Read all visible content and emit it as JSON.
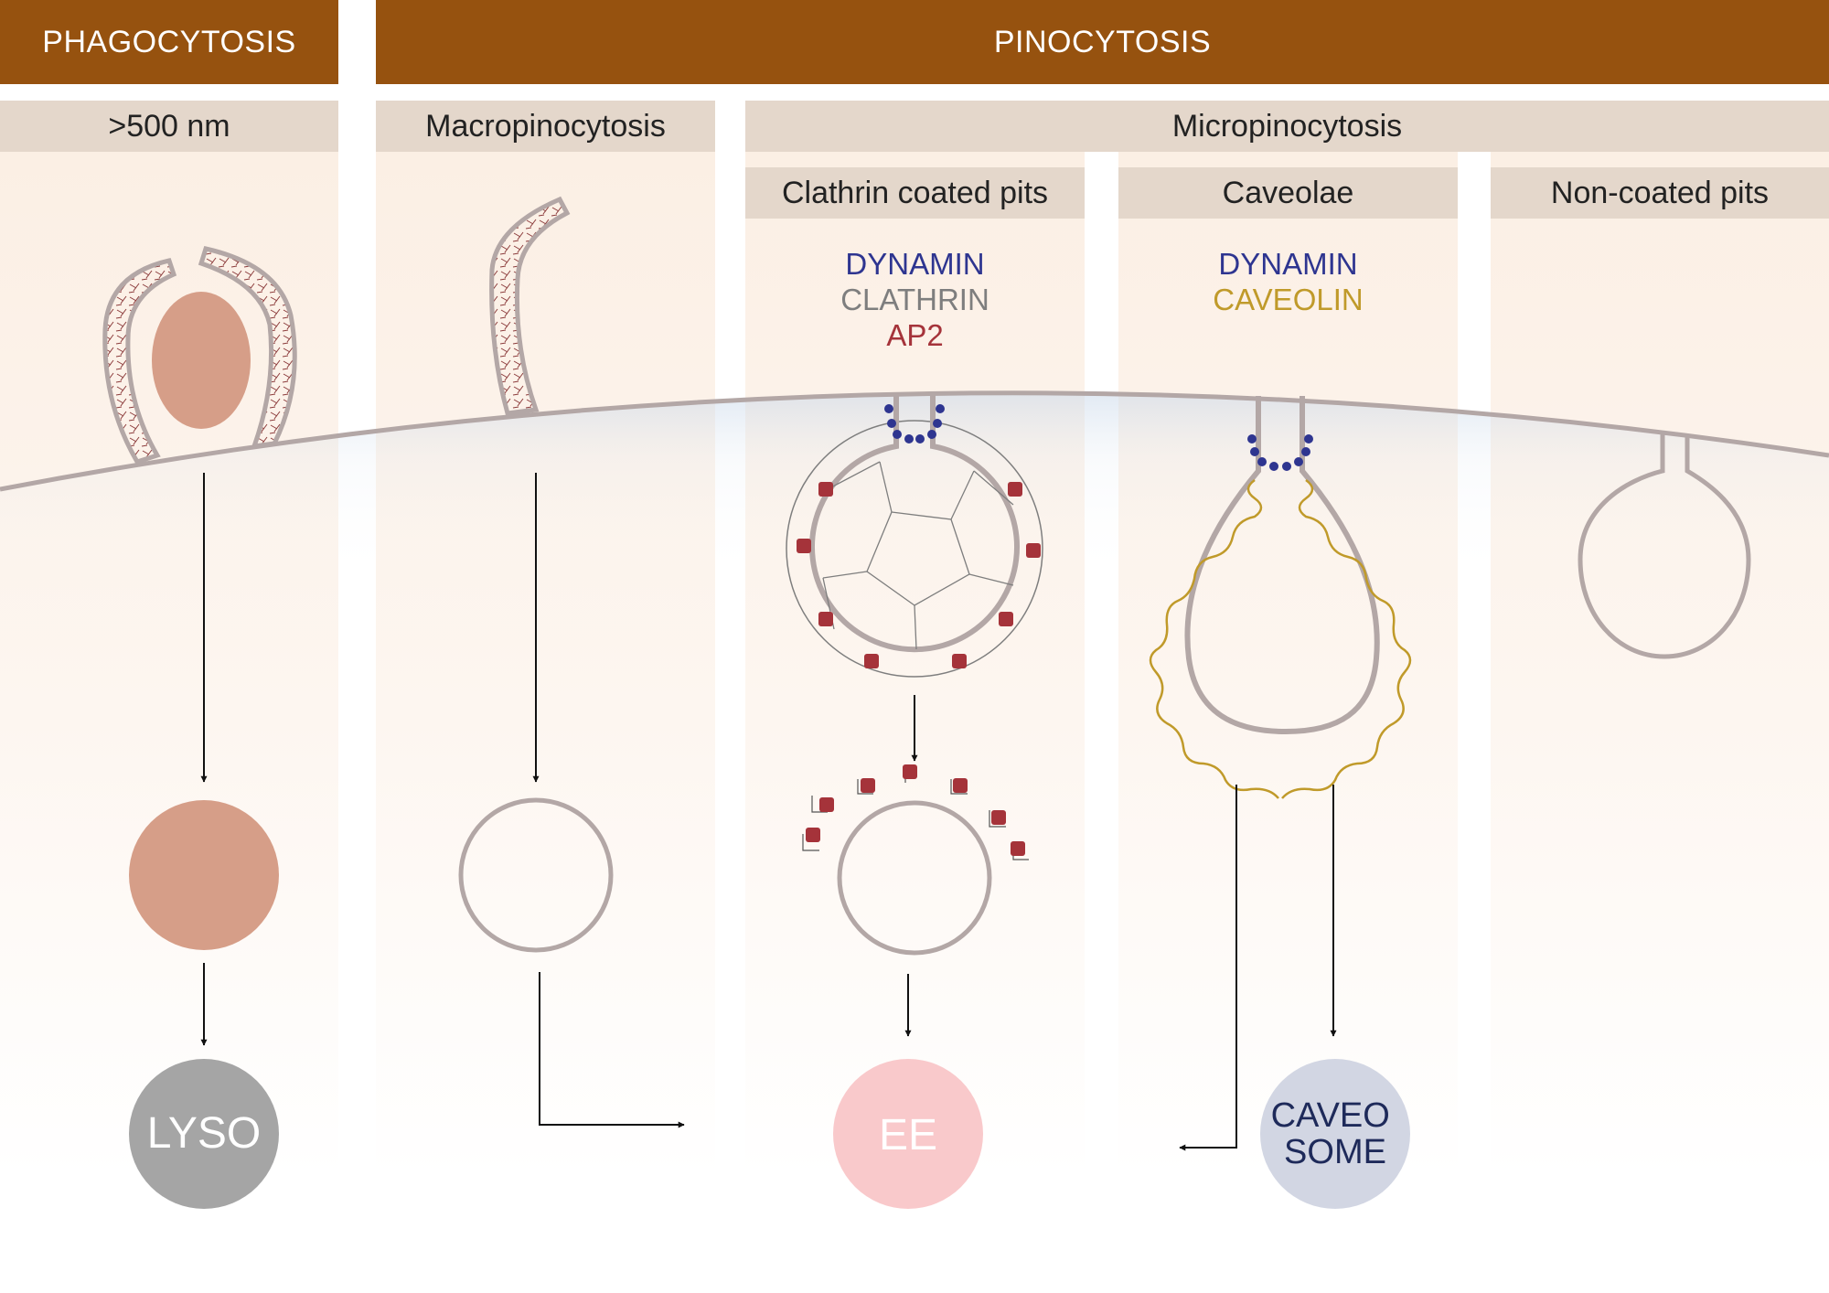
{
  "headers": {
    "phagocytosis": "PHAGOCYTOSIS",
    "pinocytosis": "PINOCYTOSIS",
    "size": ">500 nm",
    "macropinocytosis": "Macropinocytosis",
    "micropinocytosis": "Micropinocytosis",
    "clathrin_pits": "Clathrin coated pits",
    "caveolae": "Caveolae",
    "noncoated_pits": "Non-coated pits"
  },
  "molecules": {
    "clathrin": [
      "DYNAMIN",
      "CLATHRIN",
      "AP2"
    ],
    "caveolae": [
      "DYNAMIN",
      "CAVEOLIN"
    ]
  },
  "endpoints": {
    "lyso": "LYSO",
    "ee": "EE",
    "caveosome_line1": "CAVEO",
    "caveosome_line2": "SOME"
  },
  "colors": {
    "banner": "#96520f",
    "subheader": "#e4d7cb",
    "membrane": "#b3a7a6",
    "particle": "#d69e88",
    "dynamin": "#2e3590",
    "clathrin": "#7e7e7e",
    "ap2": "#a5333a",
    "caveolin": "#c09a2a",
    "lyso": "#a5a5a5",
    "ee": "#f9c9cb",
    "caveosome": "#d2d6e3"
  }
}
